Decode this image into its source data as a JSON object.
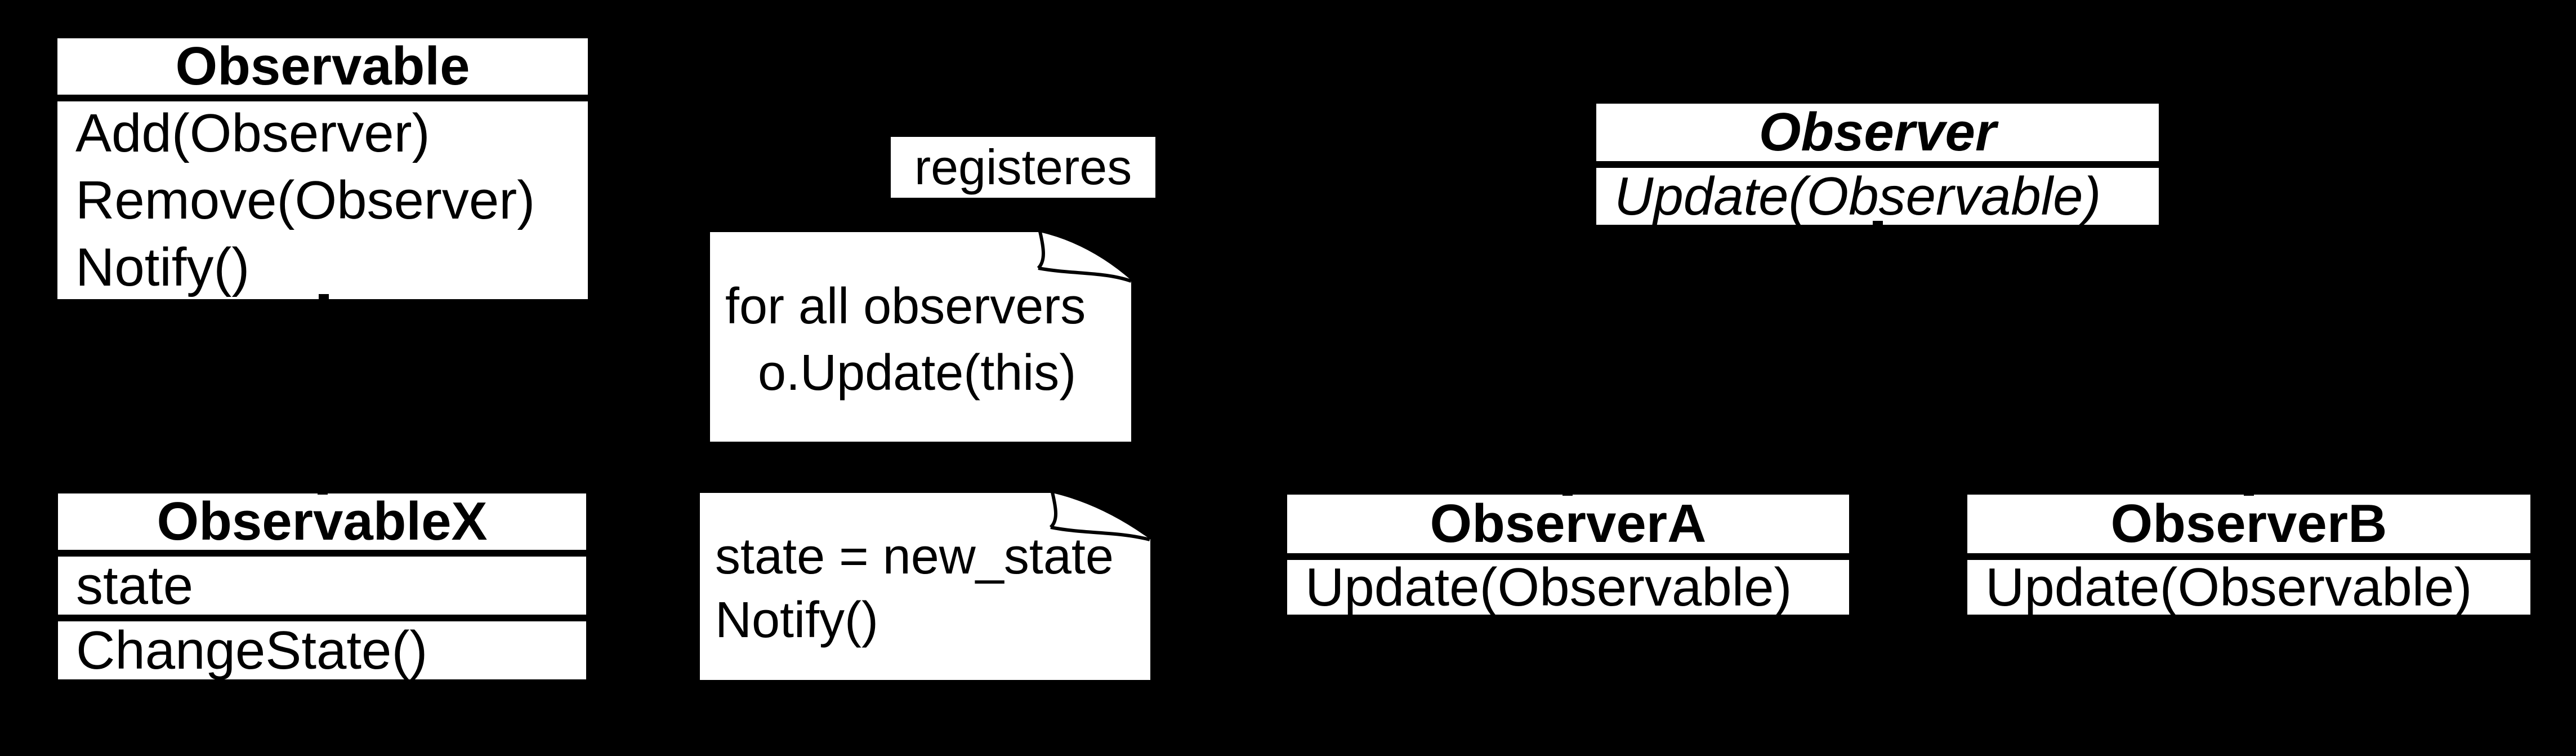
{
  "diagram": {
    "type": "uml-class-diagram",
    "pattern": "Observer pattern",
    "colors": {
      "background": "#000000",
      "shape_fill": "#ffffff",
      "line": "#000000"
    }
  },
  "classes": {
    "observable": {
      "title": "Observable",
      "methods": [
        "Add(Observer)",
        "Remove(Observer)",
        "Notify()"
      ]
    },
    "observer": {
      "title": "Observer",
      "abstract": true,
      "methods": [
        "Update(Observable)"
      ]
    },
    "observablex": {
      "title": "ObservableX",
      "attributes": [
        "state"
      ],
      "methods": [
        "ChangeState()"
      ]
    },
    "observera": {
      "title": "ObserverA",
      "methods": [
        "Update(Observable)"
      ]
    },
    "observerb": {
      "title": "ObserverB",
      "methods": [
        "Update(Observable)"
      ]
    }
  },
  "labels": {
    "association": "registeres"
  },
  "notes": {
    "notify_behavior": {
      "line1": "for all observers",
      "line2": "o.Update(this)"
    },
    "change_state_behavior": {
      "line1": "state = new_state",
      "line2": "Notify()"
    }
  }
}
